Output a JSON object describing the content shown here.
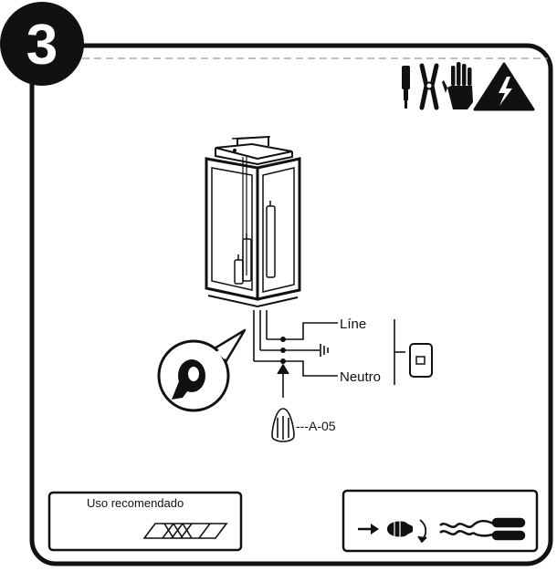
{
  "step": {
    "number": "3"
  },
  "header_icons": [
    "screwdriver-icon",
    "pliers-icon",
    "glove-icon",
    "electrical-hazard-icon"
  ],
  "wiring": {
    "line_label": "Líne",
    "neutral_label": "Neutro",
    "connector_label": "---A-05"
  },
  "recommended": {
    "label": "Uso recomendado"
  },
  "colors": {
    "ink": "#111111",
    "background": "#ffffff",
    "dashed": "#aaaaaa"
  }
}
